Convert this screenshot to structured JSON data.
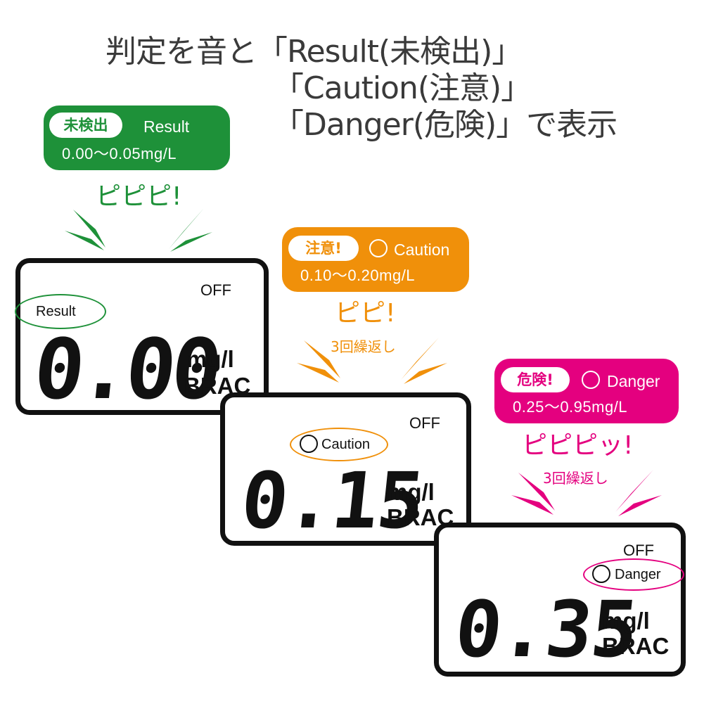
{
  "heading": {
    "line1": "判定を音と「Result(未検出)」",
    "line2": "「Caution(注意)」",
    "line3": "「Danger(危険)」で表示"
  },
  "colors": {
    "result": "#1e9139",
    "caution": "#f0900a",
    "danger": "#e4007f"
  },
  "result_box": {
    "badge": "未検出",
    "label": "Result",
    "range": "0.00〜0.05mg/L",
    "beep": "ピピピ!"
  },
  "caution_box": {
    "badge": "注意!",
    "icon": "face-caution-icon",
    "label": "Caution",
    "range": "0.10〜0.20mg/L",
    "beep": "ピピ!",
    "repeat": "3回繰返し"
  },
  "danger_box": {
    "badge": "危険!",
    "icon": "face-danger-icon",
    "label": "Danger",
    "range": "0.25〜0.95mg/L",
    "beep": "ピピピッ!",
    "repeat": "3回繰返し"
  },
  "devices": {
    "result": {
      "off": "OFF",
      "status": "Result",
      "reading": "0.00",
      "unit1": "mg/l",
      "unit2": "BRAC"
    },
    "caution": {
      "off": "OFF",
      "status": "Caution",
      "reading": "0.15",
      "unit1": "mg/l",
      "unit2": "BRAC"
    },
    "danger": {
      "off": "OFF",
      "status": "Danger",
      "reading": "0.35",
      "unit1": "mg/l",
      "unit2": "BRAC"
    }
  }
}
